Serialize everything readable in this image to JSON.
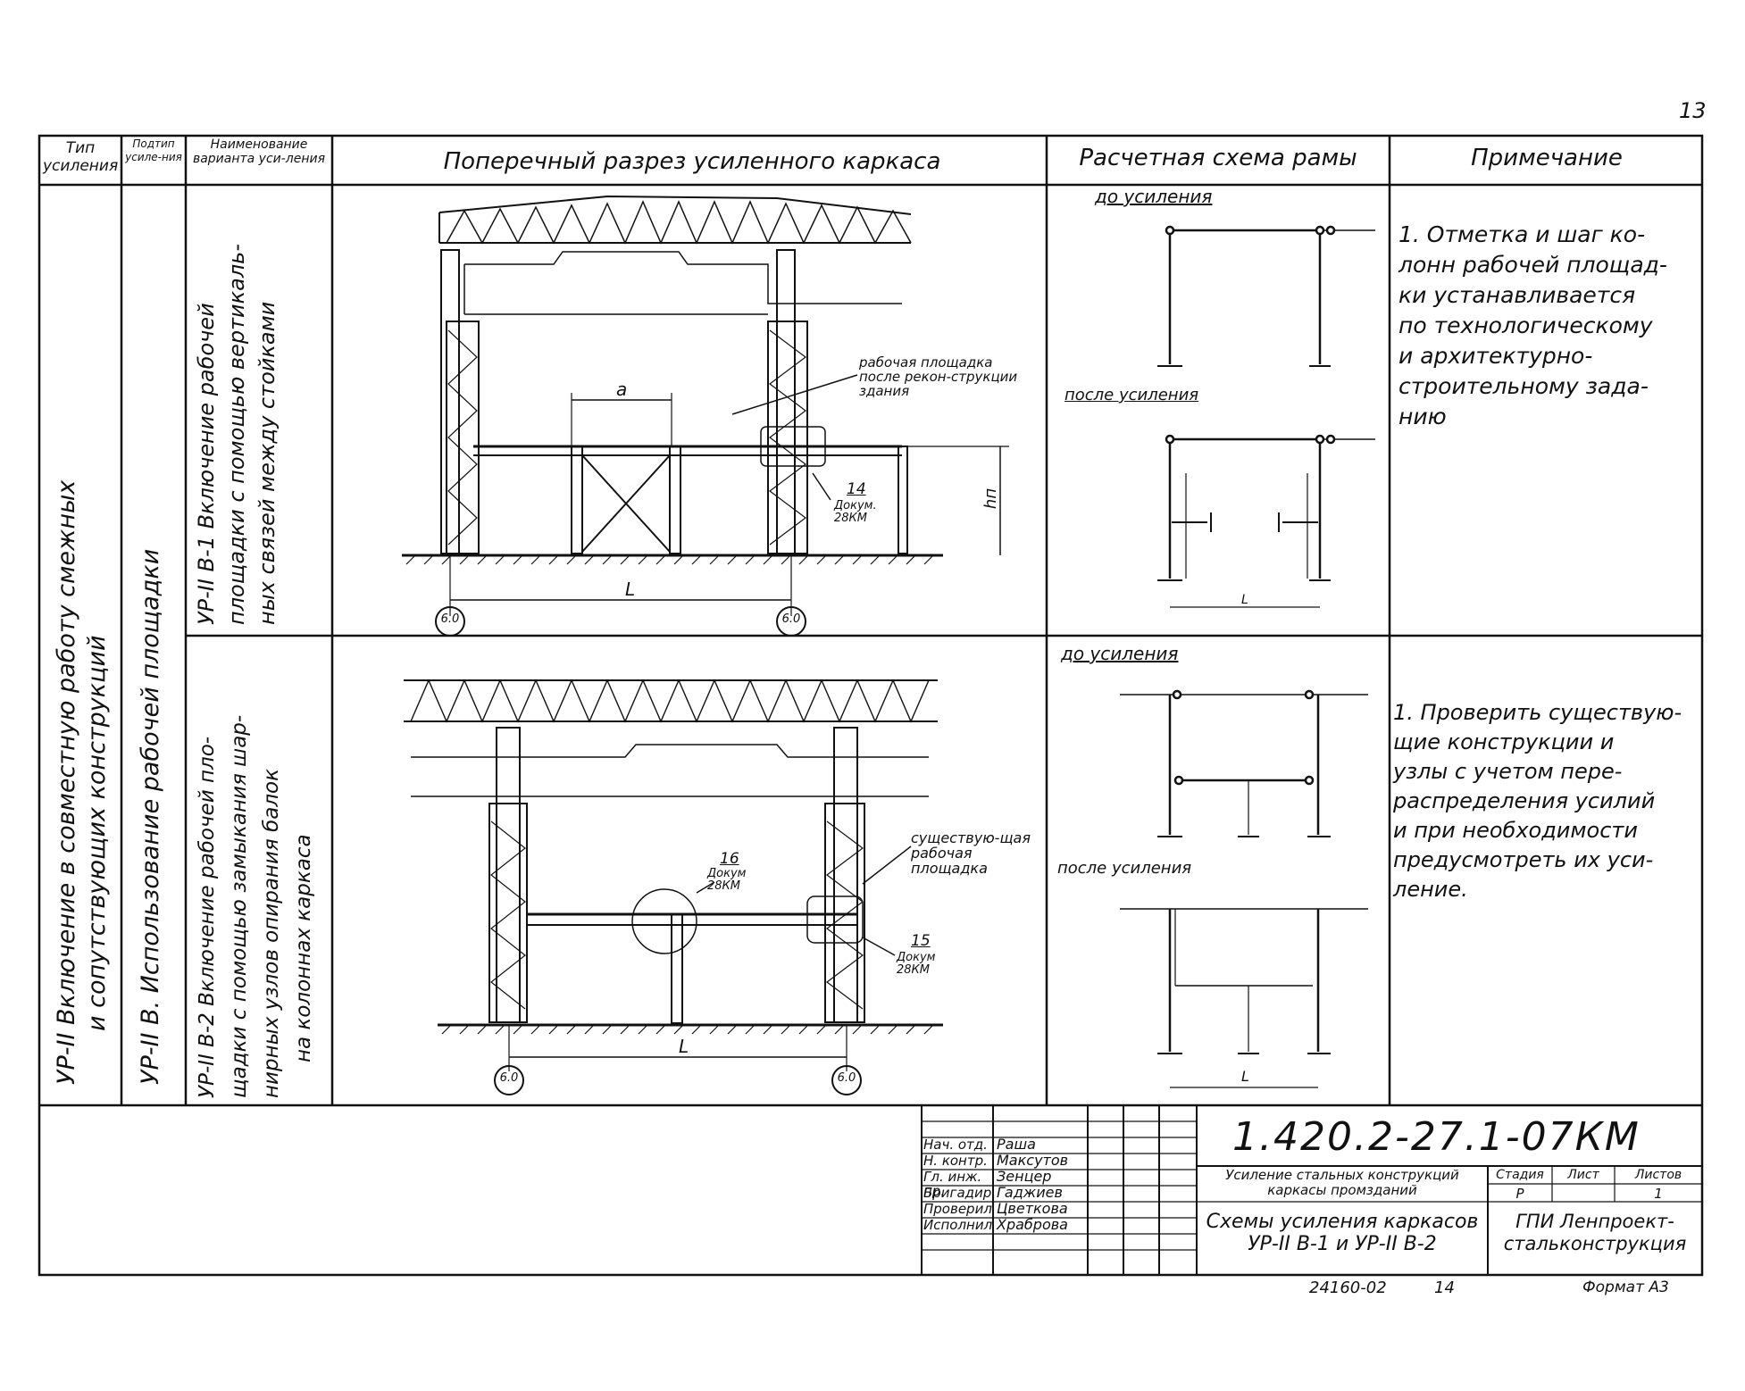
{
  "page_number": "13",
  "header": {
    "col_type": "Тип усиления",
    "col_subtype": "Подтип усиле-ния",
    "col_variant": "Наименование варианта уси-ления",
    "col_section": "Поперечный разрез усиленного каркаса",
    "col_scheme": "Расчетная схема рамы",
    "col_notes": "Примечание"
  },
  "type_label": {
    "line1": "УР-II  Включение в совместную работу смежных",
    "line2": "и сопутствующих конструкций"
  },
  "subtype_label": "УР-II В.  Использование рабочей площадки",
  "rows": [
    {
      "variant_line1": "УР-II В-1 Включение рабочей",
      "variant_line2": "площадки с помощью вертикаль-",
      "variant_line3": "ных связей между стойками",
      "section": {
        "dim_a": "a",
        "dim_L": "L",
        "dim_h": "hп",
        "callout": "рабочая площадка после рекон-струкции здания",
        "node_num": "14",
        "node_ref": "Докум. 28КМ",
        "axis_left": "6.0",
        "axis_right": "6.0"
      },
      "scheme": {
        "before": "до усиления",
        "after": "после усиления",
        "dim": "L"
      },
      "note": [
        "1. Отметка и шаг ко-",
        "лонн рабочей площад-",
        "ки устанавливается",
        "по технологическому",
        "и архитектурно-",
        "строительному зада-",
        "нию"
      ]
    },
    {
      "variant_line1": "УР-II В-2 Включение рабочей пло-",
      "variant_line2": "щадки с помощью замыкания шар-",
      "variant_line3": "нирных узлов опирания балок",
      "variant_line4": "на колоннах каркаса",
      "section": {
        "dim_L": "L",
        "callout": "существую-щая рабочая площадка",
        "node1_num": "16",
        "node1_ref": "Докум 28КМ",
        "node2_num": "15",
        "node2_ref": "Докум 28КМ",
        "axis_left": "6.0",
        "axis_right": "6.0"
      },
      "scheme": {
        "before": "до усиления",
        "after": "после усиления",
        "dim": "L"
      },
      "note": [
        "1. Проверить существую-",
        "щие конструкции и",
        "узлы с учетом пере-",
        "распределения усилий",
        "и при необходимости",
        "предусмотреть их уси-",
        "ление."
      ]
    }
  ],
  "title_block": {
    "doc_code": "1.420.2-27.1-07КМ",
    "roles": [
      {
        "role": "Нач. отд.",
        "name": "Раша"
      },
      {
        "role": "Н. контр.",
        "name": "Максутов"
      },
      {
        "role": "Гл. инж. пр.",
        "name": "Зенцер"
      },
      {
        "role": "Бригадир",
        "name": "Гаджиев"
      },
      {
        "role": "Проверил",
        "name": "Цветкова"
      },
      {
        "role": "Исполнил",
        "name": "Храброва"
      }
    ],
    "work_title": "Усиление стальных конструкций каркасы промзданий",
    "stage_label": "Стадия",
    "sheet_label": "Лист",
    "sheets_label": "Листов",
    "stage": "Р",
    "sheet": "",
    "sheets": "1",
    "drawing_title_1": "Схемы усиления каркасов",
    "drawing_title_2": "УР-II В-1 и УР-II В-2",
    "org_1": "ГПИ Ленпроект-",
    "org_2": "стальконструкция",
    "inv_num": "24160-02",
    "copy_num": "14",
    "format": "Формат А3"
  },
  "colors": {
    "ink": "#111111",
    "paper": "#ffffff"
  }
}
